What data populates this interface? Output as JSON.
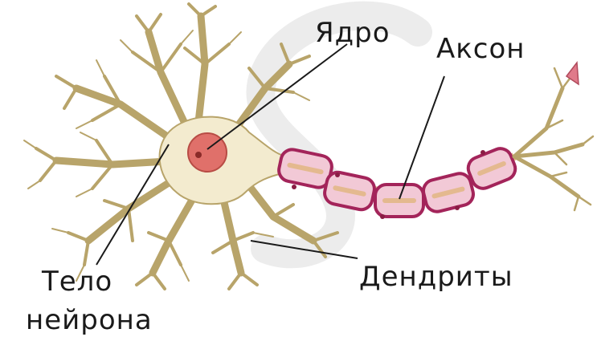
{
  "labels": {
    "nucleus": "Ядро",
    "axon": "Аксон",
    "dendrites": "Дендриты",
    "cell_body_line1": "Тело",
    "cell_body_line2": "нейрона"
  },
  "colors": {
    "cell_body": "#f3ebcf",
    "cell_outline": "#b8a46a",
    "nucleus": "#e0706a",
    "myelin_sheath": "#a3245a",
    "myelin_fill": "#f2c9d6",
    "axon_core": "#e4b98f",
    "watermark": "#e6e6e6"
  }
}
